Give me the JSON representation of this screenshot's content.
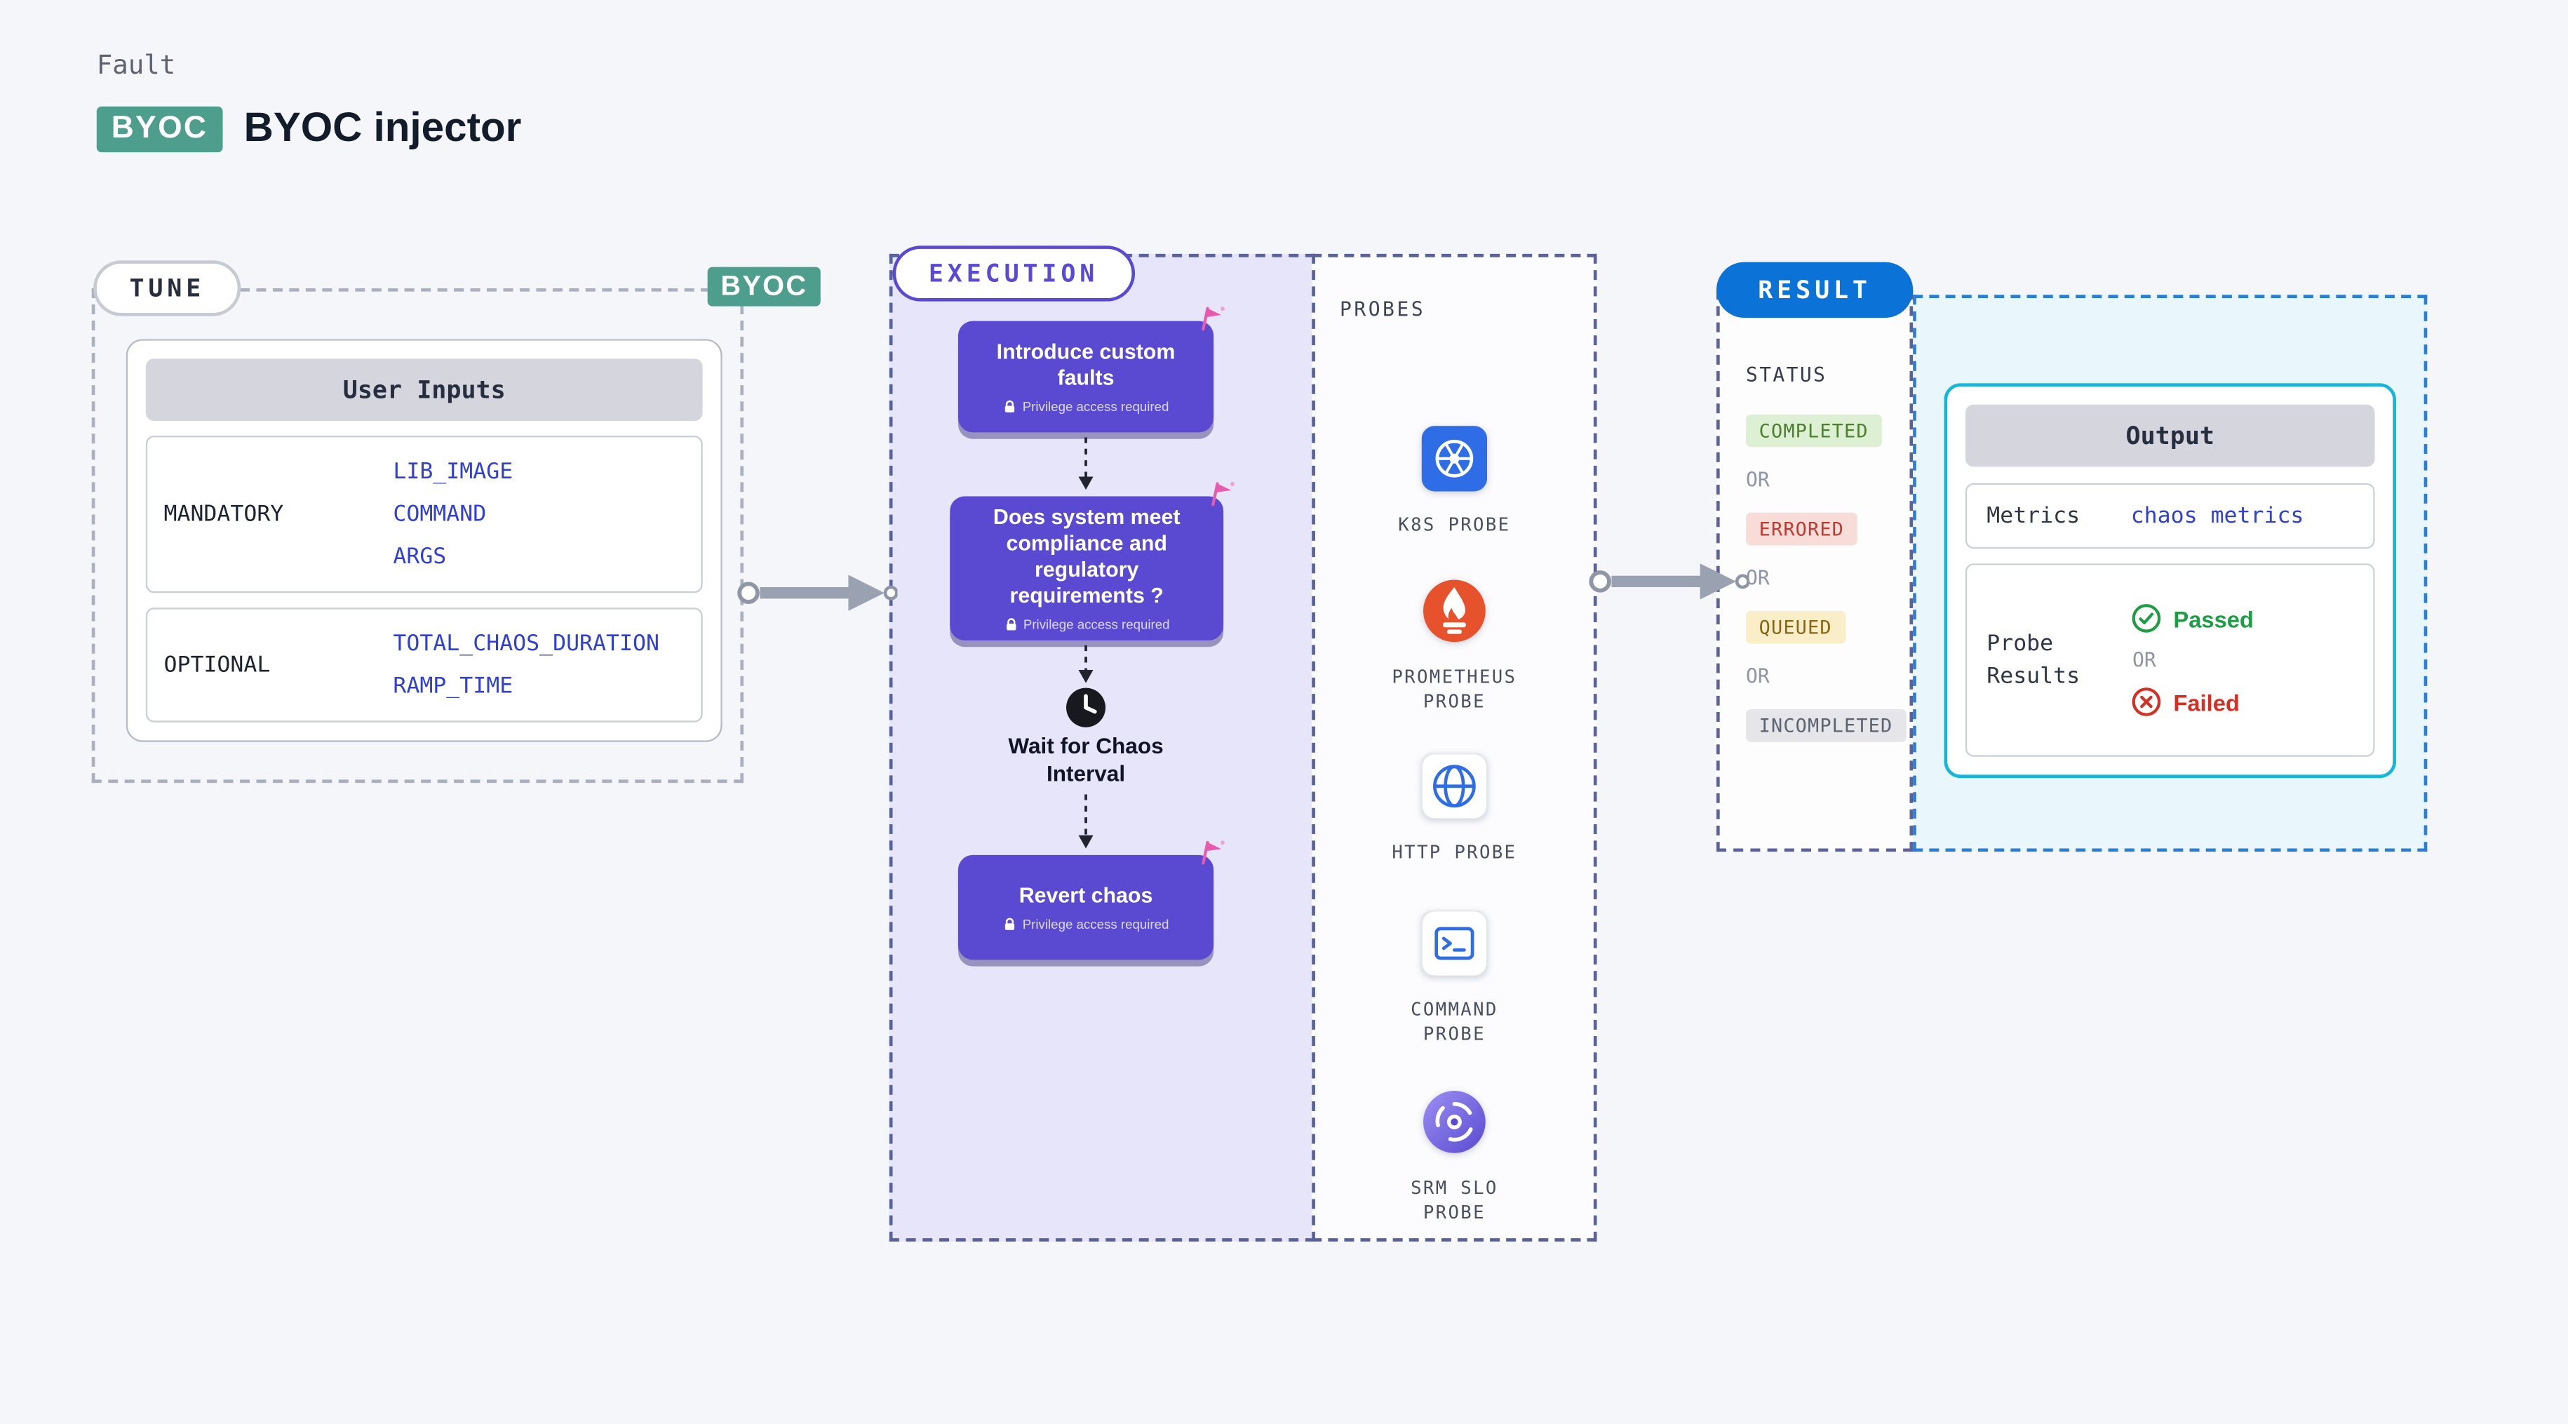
{
  "header": {
    "kicker": "Fault",
    "badge": "BYOC",
    "title": "BYOC injector"
  },
  "tune": {
    "pill": "TUNE",
    "byoc_tag": "BYOC",
    "card_title": "User Inputs",
    "rows": [
      {
        "label": "MANDATORY",
        "values": [
          "LIB_IMAGE",
          "COMMAND",
          "ARGS"
        ]
      },
      {
        "label": "OPTIONAL",
        "values": [
          "TOTAL_CHAOS_DURATION",
          "RAMP_TIME"
        ]
      }
    ]
  },
  "execution": {
    "pill": "EXECUTION",
    "steps": [
      {
        "title": "Introduce custom faults",
        "note": "Privilege access required"
      },
      {
        "title": "Does system meet compliance and regulatory requirements ?",
        "note": "Privilege access required"
      },
      {
        "title": "Revert chaos",
        "note": "Privilege access required"
      }
    ],
    "wait_label": "Wait for Chaos Interval"
  },
  "probes": {
    "title": "PROBES",
    "items": [
      {
        "name": "K8S PROBE",
        "icon": "kubernetes-icon"
      },
      {
        "name": "PROMETHEUS PROBE",
        "icon": "prometheus-icon"
      },
      {
        "name": "HTTP PROBE",
        "icon": "globe-icon"
      },
      {
        "name": "COMMAND PROBE",
        "icon": "terminal-icon"
      },
      {
        "name": "SRM SLO PROBE",
        "icon": "srm-slo-icon"
      }
    ]
  },
  "result": {
    "pill": "RESULT",
    "status_label": "STATUS",
    "or_label": "OR",
    "statuses": [
      {
        "text": "COMPLETED",
        "type": "completed"
      },
      {
        "text": "ERRORED",
        "type": "errored"
      },
      {
        "text": "QUEUED",
        "type": "queued"
      },
      {
        "text": "INCOMPLETED",
        "type": "incompleted"
      }
    ],
    "output": {
      "title": "Output",
      "metrics_label": "Metrics",
      "metrics_value": "chaos metrics",
      "probe_results_label": "Probe Results",
      "passed_label": "Passed",
      "failed_label": "Failed"
    }
  },
  "colors": {
    "accent_purple": "#5a4ad1",
    "accent_teal": "#4d9e8c",
    "accent_blue": "#0b72d7",
    "accent_cyan": "#16b6da",
    "env_var_blue": "#3040cf",
    "passed_green": "#1d9e44",
    "failed_red": "#d32f23",
    "flag_pink": "#e85aad"
  }
}
